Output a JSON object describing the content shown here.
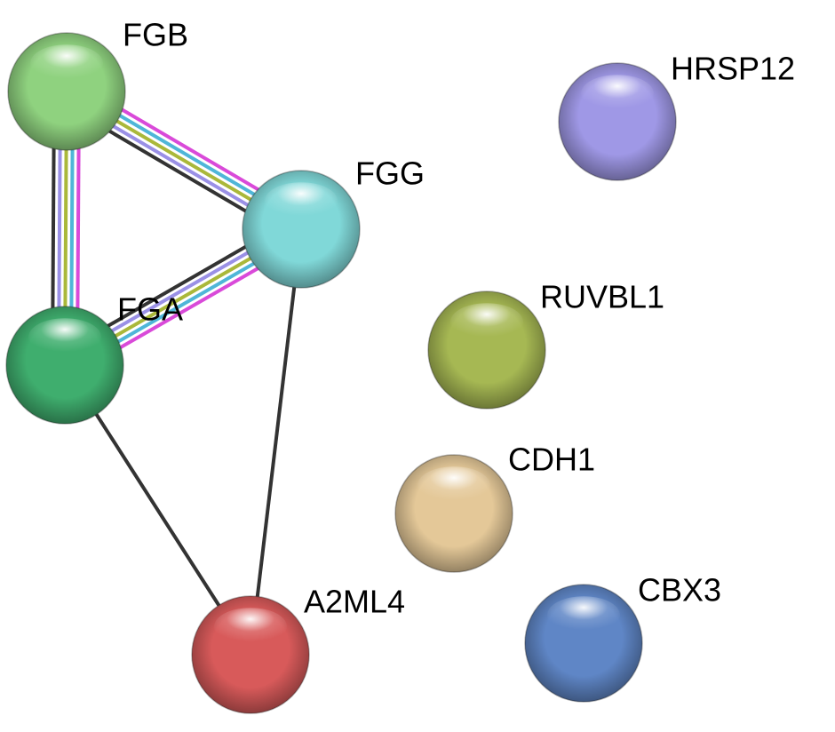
{
  "nodes": [
    {
      "id": "FGB",
      "label": "FGB",
      "color": "#8fd27f"
    },
    {
      "id": "FGG",
      "label": "FGG",
      "color": "#80d8d8"
    },
    {
      "id": "FGA",
      "label": "FGA",
      "color": "#3fae6e"
    },
    {
      "id": "HRSP12",
      "label": "HRSP12",
      "color": "#9f98e6"
    },
    {
      "id": "RUVBL1",
      "label": "RUVBL1",
      "color": "#a6b853"
    },
    {
      "id": "CDH1",
      "label": "CDH1",
      "color": "#e4c898"
    },
    {
      "id": "CBX3",
      "label": "CBX3",
      "color": "#5f86c6"
    },
    {
      "id": "A2ML4",
      "label": "A2ML4",
      "color": "#d85a5a"
    }
  ],
  "edges": [
    {
      "source": "FGB",
      "target": "FGG",
      "evidence": [
        "experiments",
        "database",
        "textmining",
        "coexpression",
        "co-occurrence"
      ]
    },
    {
      "source": "FGB",
      "target": "FGA",
      "evidence": [
        "experiments",
        "database",
        "textmining",
        "coexpression",
        "co-occurrence"
      ]
    },
    {
      "source": "FGG",
      "target": "FGA",
      "evidence": [
        "experiments",
        "database",
        "textmining",
        "coexpression",
        "co-occurrence"
      ]
    },
    {
      "source": "FGA",
      "target": "A2ML4",
      "evidence": [
        "co-occurrence"
      ]
    },
    {
      "source": "FGG",
      "target": "A2ML4",
      "evidence": [
        "co-occurrence"
      ]
    }
  ],
  "evidence_colors": {
    "experiments": "#d94ad9",
    "database": "#4fb6d8",
    "textmining": "#aab83a",
    "coexpression": "#9a90e6",
    "co-occurrence": "#333333"
  }
}
